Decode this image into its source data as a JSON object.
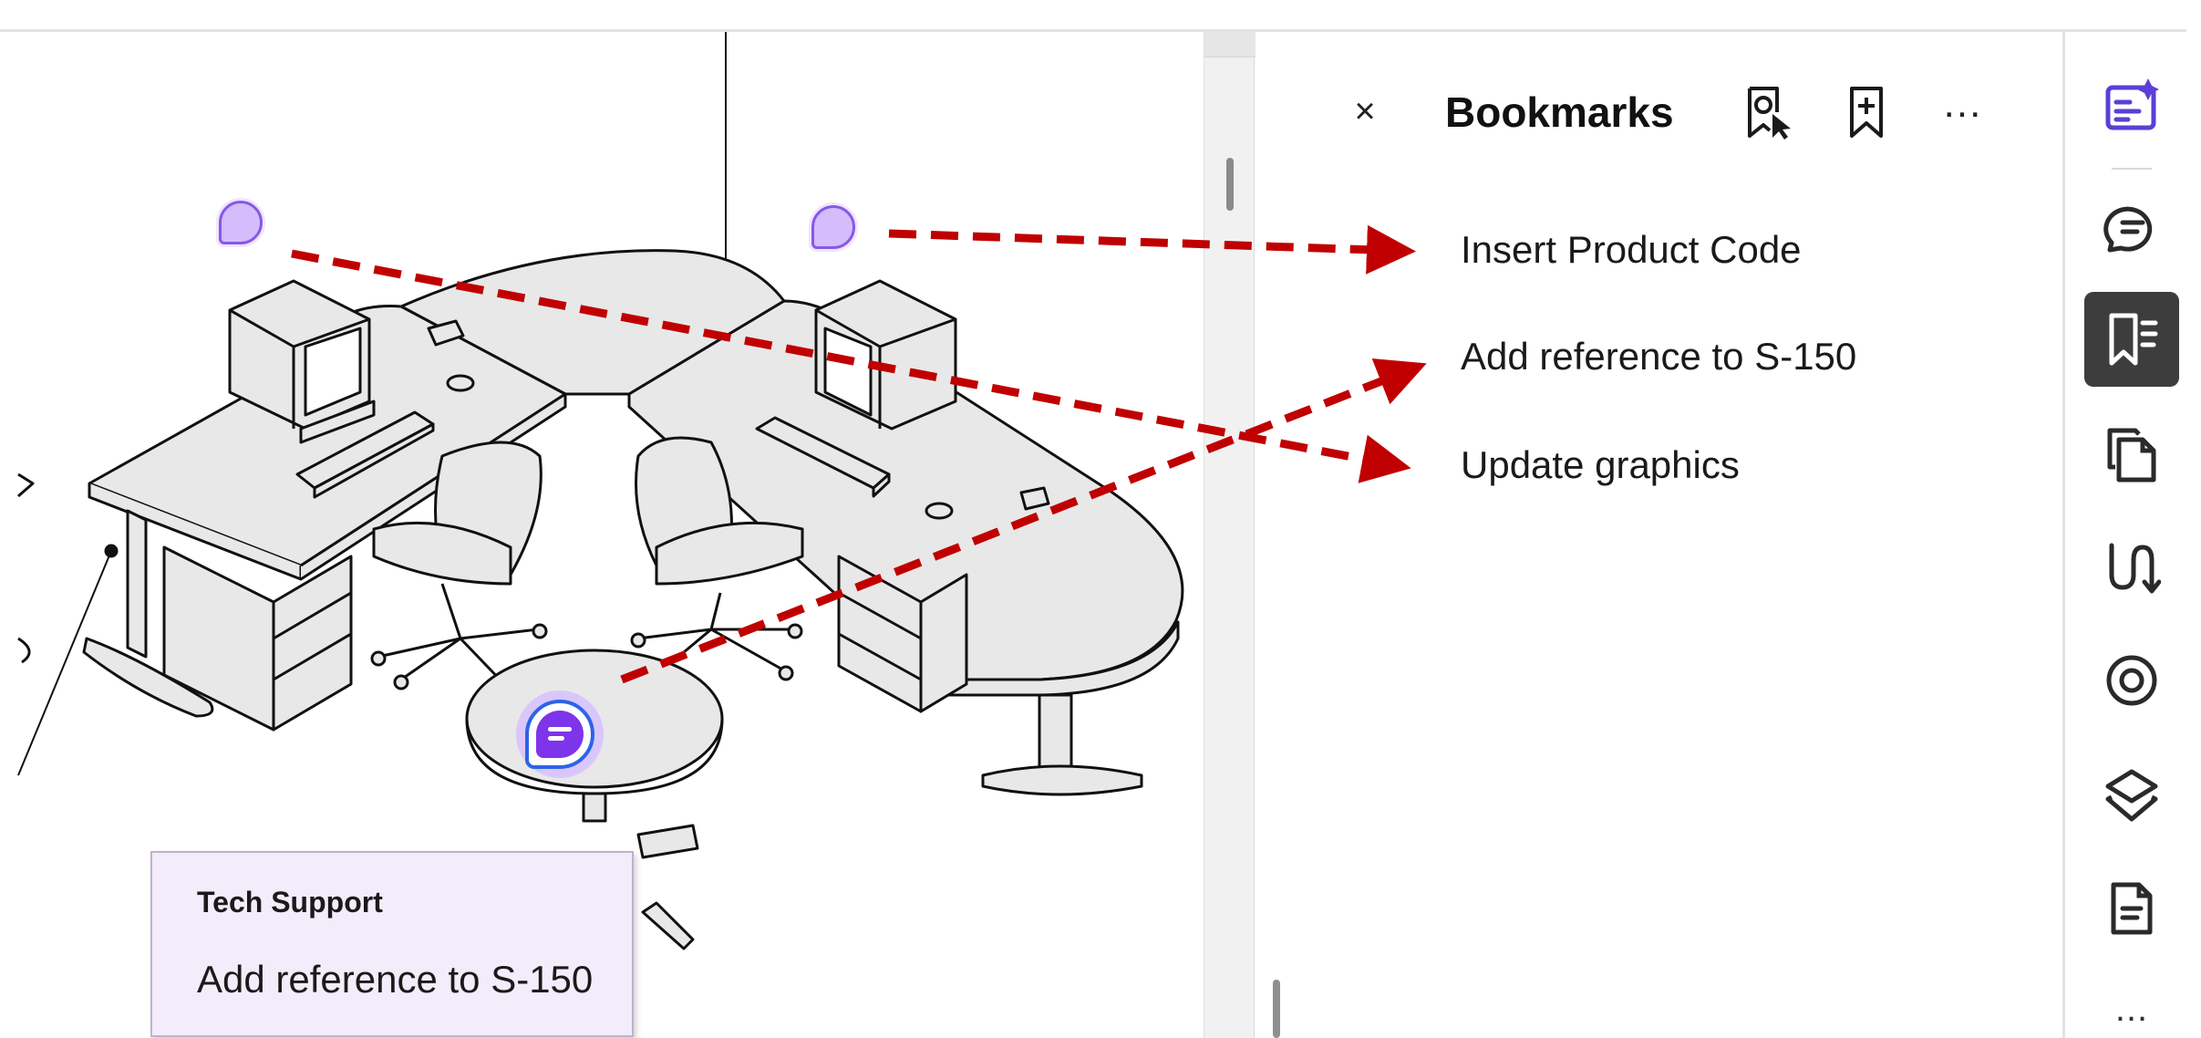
{
  "document": {
    "comment_popup": {
      "author": "Tech Support",
      "text": "Add reference to S-150"
    }
  },
  "panel": {
    "title": "Bookmarks",
    "close_label": "×",
    "more_label": "...",
    "bookmarks": [
      {
        "label": "Insert Product Code"
      },
      {
        "label": "Add reference to S-150"
      },
      {
        "label": "Update graphics"
      }
    ]
  },
  "rail": {
    "items": [
      {
        "icon": "ai-assistant-icon",
        "active": false
      },
      {
        "icon": "comments-icon",
        "active": false
      },
      {
        "icon": "bookmarks-icon",
        "active": true
      },
      {
        "icon": "pages-icon",
        "active": false
      },
      {
        "icon": "compare-icon",
        "active": false
      },
      {
        "icon": "stamp-icon",
        "active": false
      },
      {
        "icon": "layers-icon",
        "active": false
      },
      {
        "icon": "document-icon",
        "active": false
      }
    ],
    "more_label": "..."
  },
  "colors": {
    "annotation_arrow": "#c00000",
    "comment_pin_fill": "#d4bdfa",
    "comment_pin_stroke": "#8758ea",
    "active_comment": "#7d34ea",
    "active_ring": "#2b64e8",
    "popup_bg": "#f3ecfb",
    "rail_active_bg": "#3d3d3d",
    "rail_icon_accent": "#5b3fd6"
  }
}
